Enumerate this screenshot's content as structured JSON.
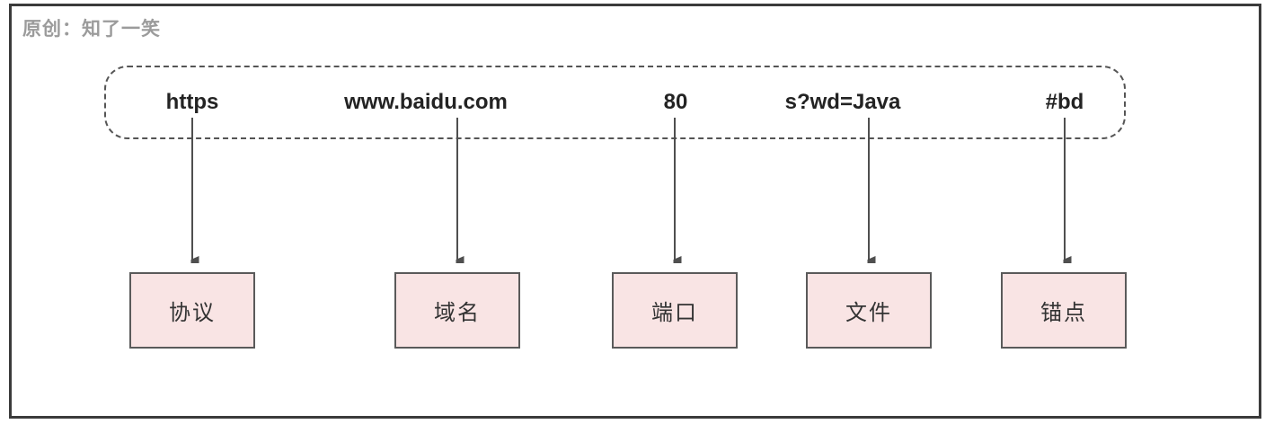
{
  "watermark": {
    "text": "原创：知了一笑"
  },
  "url_bar": {
    "segments": [
      {
        "value": "https",
        "meaning": "协议"
      },
      {
        "value": "www.baidu.com",
        "meaning": "域名"
      },
      {
        "value": "80",
        "meaning": "端口"
      },
      {
        "value": "s?wd=Java",
        "meaning": "文件"
      },
      {
        "value": "#bd",
        "meaning": "锚点"
      }
    ]
  },
  "colors": {
    "frame_border": "#3b3b3b",
    "watermark_text": "#9b9b9b",
    "dashed_border": "#555555",
    "segment_text": "#232323",
    "arrow": "#4f4f4f",
    "box_fill": "#f9e4e4",
    "box_border": "#5a5a5a",
    "box_text": "#333333"
  }
}
